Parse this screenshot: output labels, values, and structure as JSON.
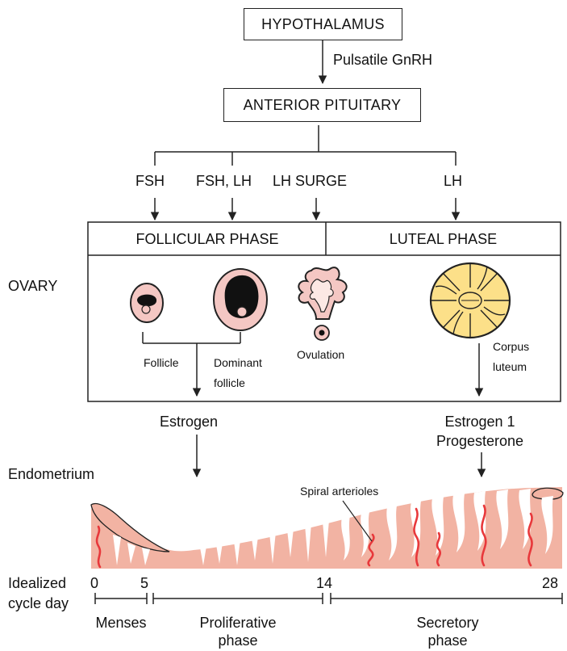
{
  "hypothalamus": "HYPOTHALAMUS",
  "pulsatile": "Pulsatile GnRH",
  "pituitary": "ANTERIOR PITUITARY",
  "hormones": {
    "fsh": "FSH",
    "fsh_lh": "FSH, LH",
    "lh_surge": "LH SURGE",
    "lh": "LH"
  },
  "phases": {
    "follicular": "FOLLICULAR PHASE",
    "luteal": "LUTEAL PHASE"
  },
  "ovary": "OVARY",
  "ovary_labels": {
    "follicle": "Follicle",
    "dominant_follicle": [
      "Dominant",
      "follicle"
    ],
    "ovulation": "Ovulation",
    "corpus_luteum": [
      "Corpus",
      "luteum"
    ]
  },
  "estrogen": "Estrogen",
  "estrogen_progesterone": [
    "Estrogen 1",
    "Progesterone"
  ],
  "endometrium": "Endometrium",
  "spiral_arterioles": "Spiral arterioles",
  "cycle": {
    "label": [
      "Idealized",
      "cycle day"
    ],
    "days": [
      "0",
      "5",
      "14",
      "28"
    ],
    "phases": [
      [
        "Menses"
      ],
      [
        "Proliferative",
        "phase"
      ],
      [
        "Secretory",
        "phase"
      ]
    ]
  },
  "colors": {
    "tissue": "#F2B3A3",
    "vessel": "#E8383B",
    "follicle_fill": "#F4C7C3",
    "corpus_fill": "#FCE089"
  }
}
